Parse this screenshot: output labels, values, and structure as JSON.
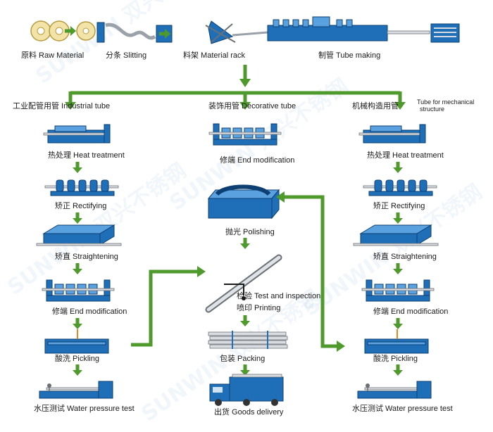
{
  "top_flow": {
    "raw_material": "原料 Raw Material",
    "slitting": "分条 Slitting",
    "material_rack": "料架 Material rack",
    "tube_making": "制管  Tube making"
  },
  "branches": {
    "industrial_tube": "工业配管用管  Industrial tube",
    "decorative_tube": "装饰用管  Decorative tube",
    "mechanical_tube_cn": "机械构造用管",
    "mechanical_tube_en_line1": "Tube for mechanical",
    "mechanical_tube_en_line2": "structure"
  },
  "left_column": {
    "heat_treatment": "热处理   Heat treatment",
    "rectifying": "矫正    Rectifying",
    "straightening": "矫直    Straightening",
    "end_modification": "修端   End modification",
    "pickling": "酸洗    Pickling",
    "water_pressure_test": "水压测试  Water pressure test"
  },
  "center_column": {
    "end_modification": "修端    End modification",
    "polishing": "抛光    Polishing",
    "test_inspection": "检验 Test and inspection",
    "printing": "喷印  Printing",
    "packing": "包装    Packing",
    "goods_delivery": "出货  Goods delivery"
  },
  "right_column": {
    "heat_treatment": "热处理   Heat treatment",
    "rectifying": "矫正    Rectifying",
    "straightening": "矫直    Straightening",
    "end_modification": "修端   End modification",
    "pickling": "酸洗    Pickling",
    "water_pressure_test": "水压测试 Water pressure test"
  },
  "colors": {
    "arrow": "#4f9a2d",
    "machine": "#1f6fb8",
    "machine_dark": "#0d3f73"
  }
}
